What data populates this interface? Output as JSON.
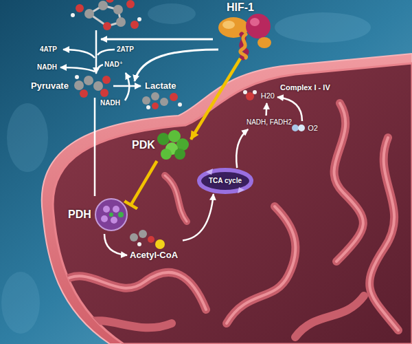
{
  "diagram": {
    "nodes": [
      {
        "text": [
          "HIF-1"
        ]
      },
      {
        "text": [
          "Pyruvate"
        ]
      },
      {
        "text": [
          "Lactate"
        ]
      },
      {
        "text": [
          "PDK"
        ]
      },
      {
        "text": [
          "PDH"
        ]
      },
      {
        "text": [
          "Acetyl-CoA"
        ]
      },
      {
        "text": [
          "TCA cycle"
        ]
      },
      {
        "text": [
          "NADH, FADH2"
        ]
      },
      {
        "text": [
          "H20"
        ]
      },
      {
        "text": [
          "O2"
        ]
      }
    ],
    "edges": [
      {
        "from": 1,
        "to": 2,
        "arrow": "to"
      },
      {
        "from": 1,
        "to": 4,
        "arrow": "none"
      },
      {
        "from": 0,
        "to": 3,
        "arrow": "to"
      },
      {
        "from": 3,
        "to": 4,
        "arrow": "to"
      },
      {
        "from": 4,
        "to": 5,
        "arrow": "to"
      },
      {
        "from": 5,
        "to": 6,
        "arrow": "to"
      },
      {
        "from": 6,
        "to": 7,
        "arrow": "to"
      },
      {
        "from": 9,
        "to": 8,
        "arrow": "to"
      },
      {
        "from": 7,
        "to": 8,
        "arrow": "to"
      }
    ],
    "labels": [
      "4ATP",
      "2ATP",
      "NADH",
      "NAD⁺",
      "NADH",
      "Complex I - IV"
    ]
  }
}
